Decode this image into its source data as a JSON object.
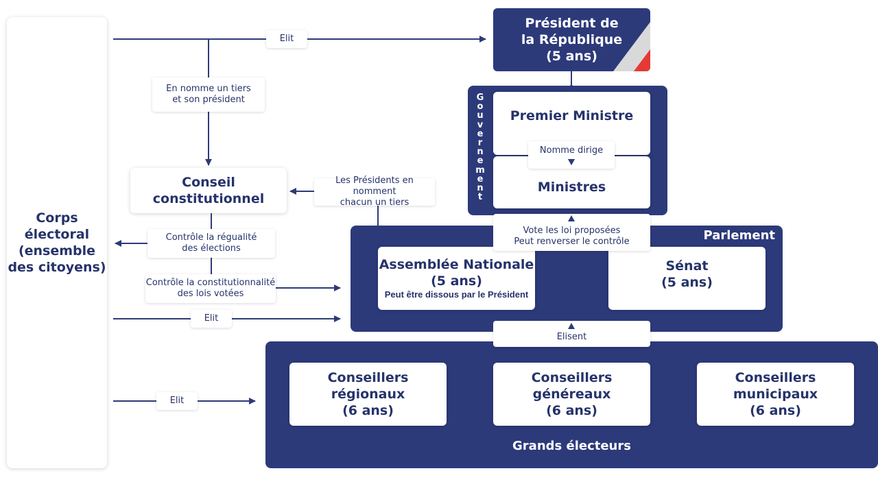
{
  "corps": {
    "lines": [
      "Corps",
      "électoral",
      "(ensemble",
      "des citoyens)"
    ]
  },
  "president": {
    "lines": [
      "Président de",
      "la République",
      "(5 ans)"
    ]
  },
  "gouvernement": {
    "letters": [
      "G",
      "o",
      "u",
      "v",
      "e",
      "r",
      "n",
      "e",
      "m",
      "e",
      "n",
      "t"
    ]
  },
  "premier_ministre": "Premier Ministre",
  "nomme_dirige": "Nomme dirige",
  "ministres": "Ministres",
  "conseil": {
    "lines": [
      "Conseil",
      "constitutionnel"
    ]
  },
  "labels": {
    "elit_top": "Elit",
    "en_nomme": [
      "En nomme un tiers",
      "et son président"
    ],
    "presidents": [
      "Les Présidents en nomment",
      "chacun un tiers"
    ],
    "controle_regularite": [
      "Contrôle la régualité",
      "des élections"
    ],
    "controle_constit": [
      "Contrôle la constitutionnalité",
      "des lois votées"
    ],
    "elit_mid": "Elit",
    "elit_bottom": "Elit",
    "vote_lois": [
      "Vote les loi proposées",
      "Peut renverser le contrôle"
    ],
    "elisent": "Elisent"
  },
  "parlement": {
    "title": "Parlement",
    "assemblee": {
      "lines": [
        "Assemblée Nationale",
        "(5 ans)"
      ],
      "note": "Peut être dissous par le Président"
    },
    "senat": {
      "lines": [
        "Sénat",
        "(5 ans)"
      ]
    }
  },
  "grands_electeurs": {
    "title": "Grands électeurs",
    "regionaux": {
      "lines": [
        "Conseillers",
        "régionaux",
        "(6 ans)"
      ]
    },
    "generaux": {
      "lines": [
        "Conseillers",
        "généreaux",
        "(6 ans)"
      ]
    },
    "municipaux": {
      "lines": [
        "Conseillers",
        "municipaux",
        "(6 ans)"
      ]
    }
  },
  "colors": {
    "navy": "#2d3a7a",
    "text": "#26336b",
    "red": "#e53935",
    "white": "#ffffff",
    "grey": "#d9d9d9"
  }
}
